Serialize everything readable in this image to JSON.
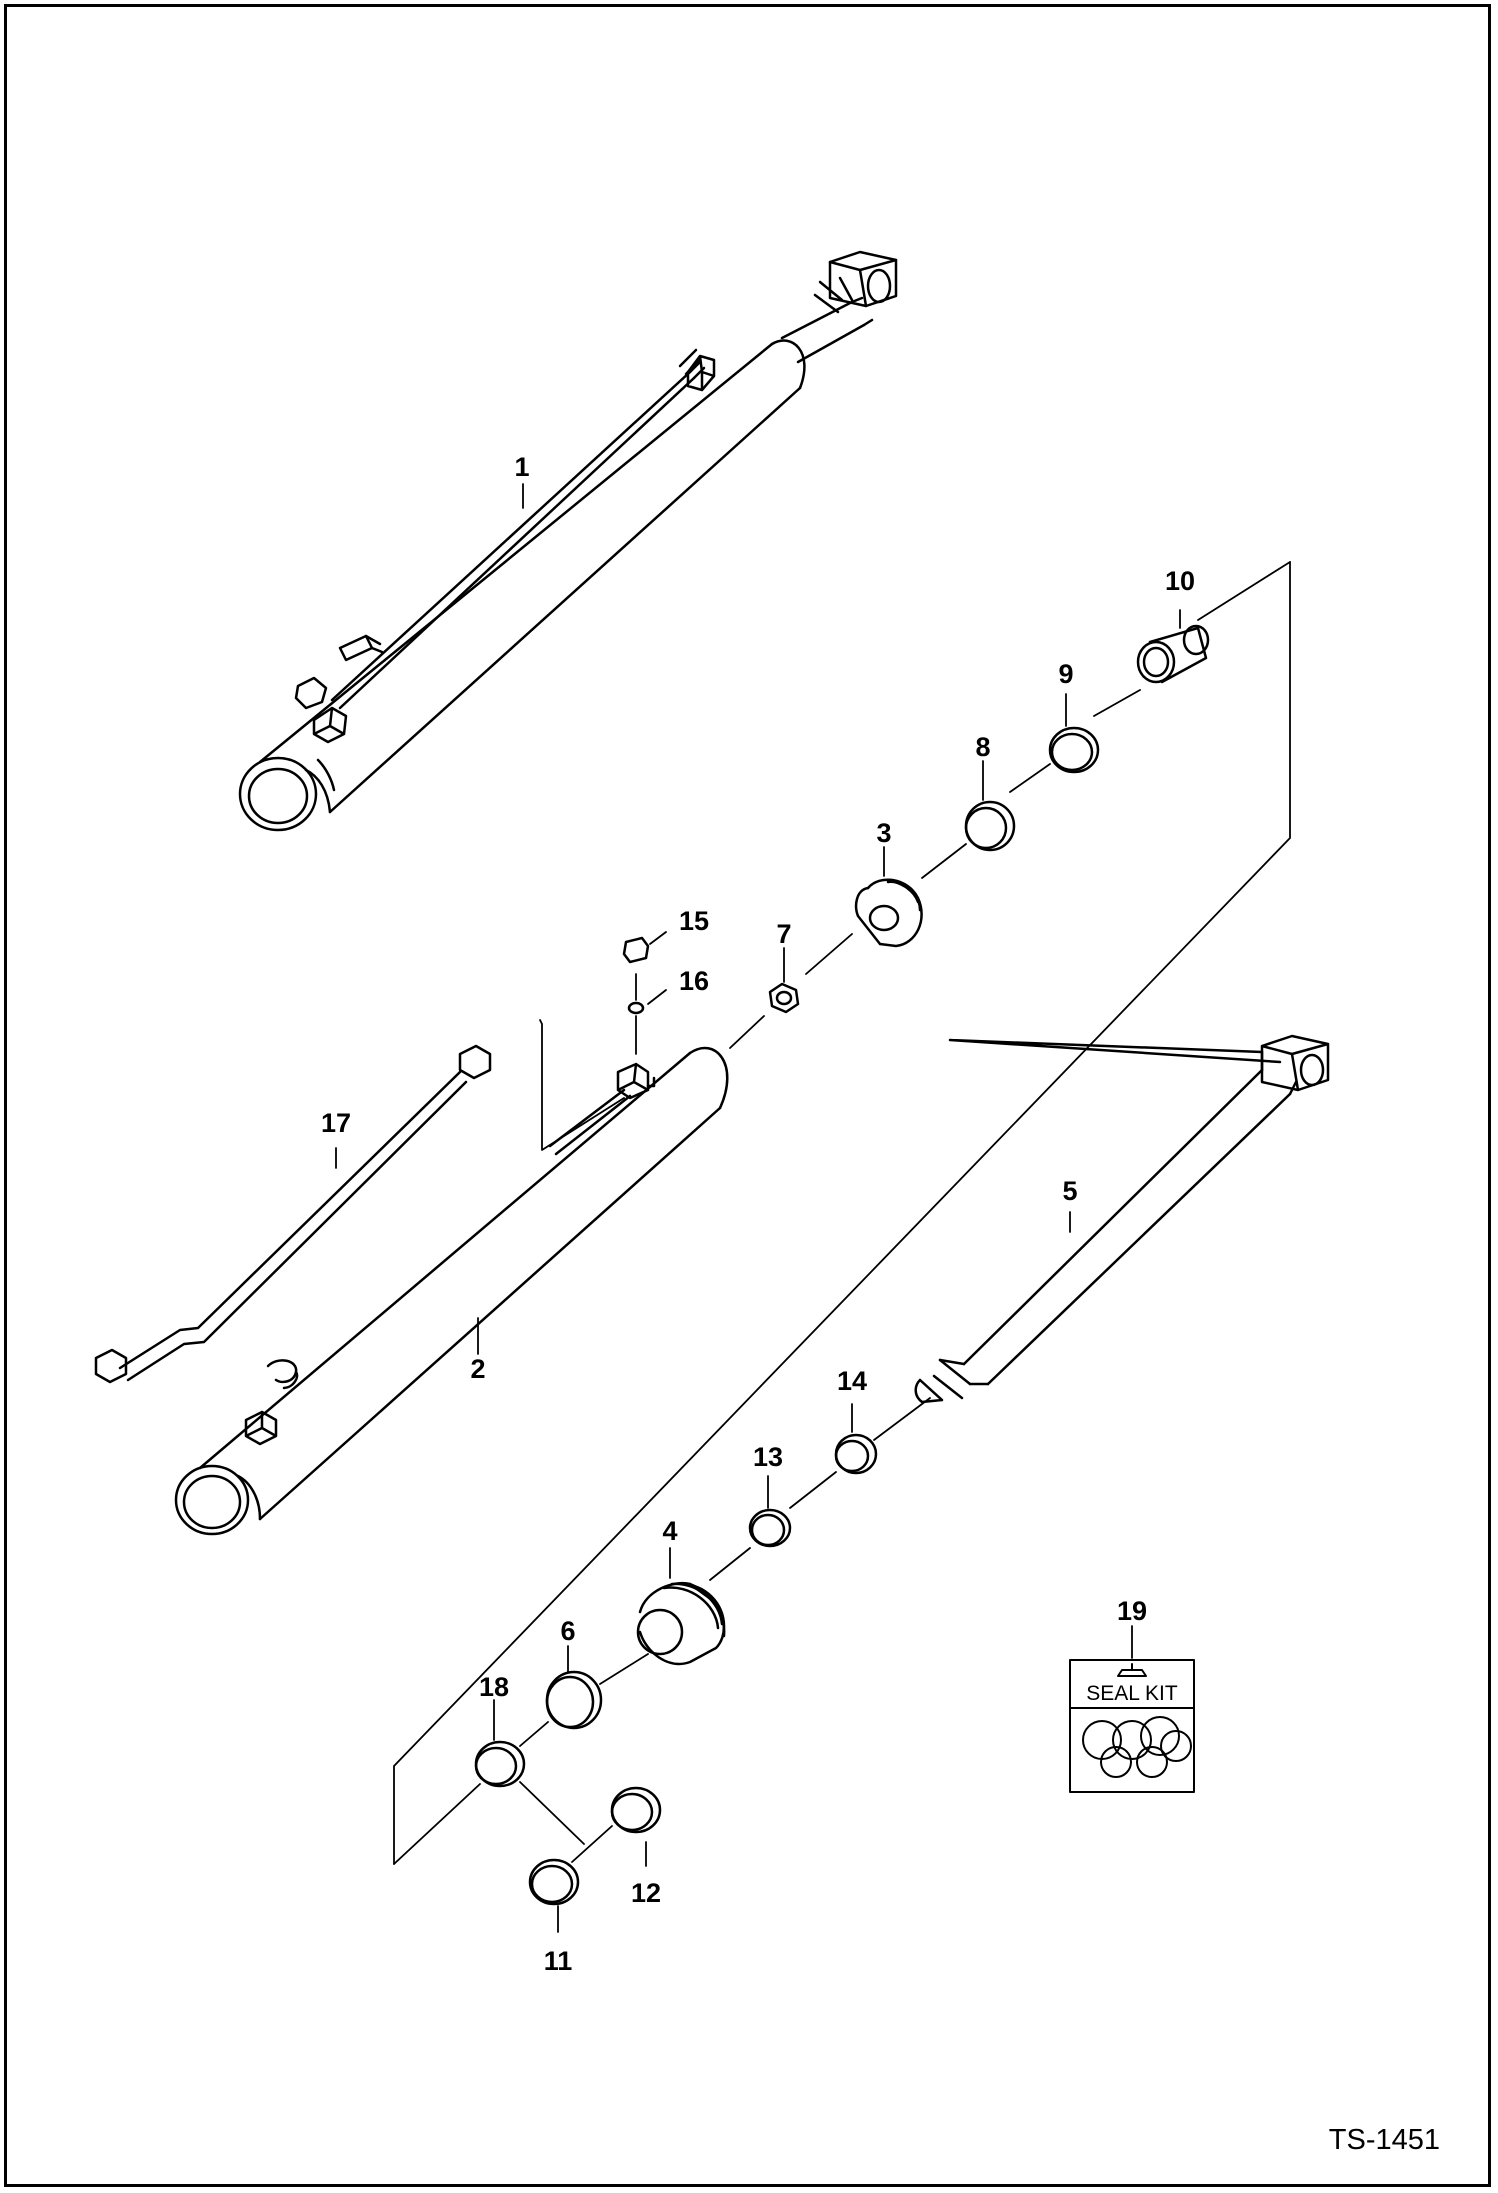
{
  "drawing": {
    "reference_number": "TS-1451",
    "seal_kit_label": "SEAL KIT"
  },
  "callouts": [
    {
      "id": "1",
      "label": "1"
    },
    {
      "id": "2",
      "label": "2"
    },
    {
      "id": "3",
      "label": "3"
    },
    {
      "id": "4",
      "label": "4"
    },
    {
      "id": "5",
      "label": "5"
    },
    {
      "id": "6",
      "label": "6"
    },
    {
      "id": "7",
      "label": "7"
    },
    {
      "id": "8",
      "label": "8"
    },
    {
      "id": "9",
      "label": "9"
    },
    {
      "id": "10",
      "label": "10"
    },
    {
      "id": "11",
      "label": "11"
    },
    {
      "id": "12",
      "label": "12"
    },
    {
      "id": "13",
      "label": "13"
    },
    {
      "id": "14",
      "label": "14"
    },
    {
      "id": "15",
      "label": "15"
    },
    {
      "id": "16",
      "label": "16"
    },
    {
      "id": "17",
      "label": "17"
    },
    {
      "id": "18",
      "label": "18"
    },
    {
      "id": "19",
      "label": "19"
    }
  ]
}
